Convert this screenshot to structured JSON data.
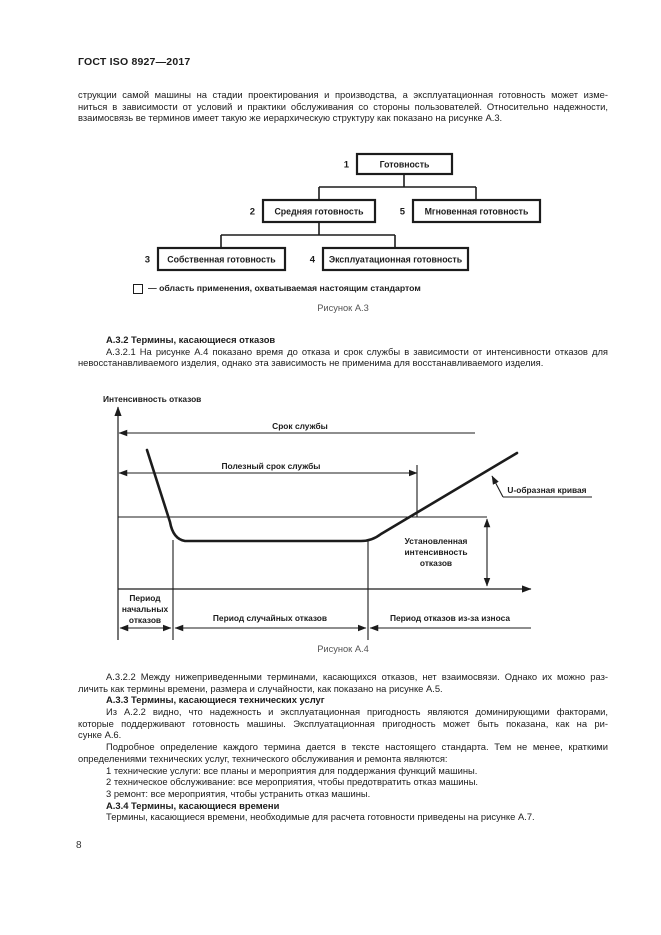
{
  "header": {
    "title": "ГОСТ ISO 8927—2017"
  },
  "intro": {
    "line1": "струкции самой машины на стадии проектирования и производства, а эксплуатационная готовность может изме-",
    "line2": "ниться в зависимости от условий и практики обслуживания со стороны пользователей. Относительно надежности,",
    "line3": "взаимосвязь ве терминов имеет такую же иерархическую структуру как показано на рисунке А.3."
  },
  "fig_a3": {
    "node1": {
      "num": "1",
      "label": "Готовность"
    },
    "node2": {
      "num": "2",
      "label": "Средняя готовность"
    },
    "node5": {
      "num": "5",
      "label": "Мгновенная готовность"
    },
    "node3": {
      "num": "3",
      "label": "Собственная готовность"
    },
    "node4": {
      "num": "4",
      "label": "Эксплуатационная готовность"
    },
    "legend": "— область применения, охватываемая настоящим стандартом",
    "caption": "Рисунок А.3"
  },
  "sec_a32": {
    "heading": "А.3.2 Термины, касающиеся отказов",
    "p1_line1": "А.3.2.1 На рисунке А.4 показано время до отказа и срок службы в зависимости от интенсивности отказов для",
    "p1_line2": "невосстанавливаемого изделия, однако эта зависимость не применима для восстанавливаемого изделия."
  },
  "fig_a4": {
    "y_axis_label": "Интенсивность отказов",
    "service_life": "Срок службы",
    "useful_life": "Полезный срок службы",
    "u_curve": "U-образная кривая",
    "established_line1": "Установленная",
    "established_line2": "интенсивность",
    "established_line3": "отказов",
    "period_initial_line1": "Период",
    "period_initial_line2": "начальных",
    "period_initial_line3": "отказов",
    "period_random": "Период случайных отказов",
    "period_wear": "Период отказов из-за износа",
    "caption": "Рисунок А.4"
  },
  "sec_a322": {
    "line1": "А.3.2.2 Между нижеприведенными терминами, касающихся отказов, нет взаимосвязи. Однако их можно раз-",
    "line2": "личить как термины времени, размера и случайности, как показано на рисунке А.5."
  },
  "sec_a33": {
    "heading": "А.3.3 Термины, касающиеся технических услуг",
    "p1_line1": "Из А.2.2 видно, что надежность и эксплуатационная пригодность являются доминирующими факторами,",
    "p1_line2": "которые поддерживают готовность машины. Эксплуатационная пригодность может быть показана, как на ри-",
    "p1_line3": "сунке А.6.",
    "p2_line1": "Подробное определение каждого термина дается в тексте настоящего стандарта. Тем не менее, краткими",
    "p2_line2": "определениями технических услуг, технического обслуживания и ремонта являются:",
    "item1": "1 технические услуги: все планы и мероприятия для поддержания функций машины.",
    "item2": "2 техническое обслуживание: все мероприятия, чтобы предотвратить отказ машины.",
    "item3": "3 ремонт: все мероприятия, чтобы устранить отказ машины."
  },
  "sec_a34": {
    "heading": "А.3.4 Термины, касающиеся времени",
    "line1": "Термины, касающиеся времени, необходимые для расчета готовности приведены на рисунке А.7."
  },
  "footer": {
    "page_number": "8"
  },
  "colors": {
    "text": "#1c1c1c",
    "caption": "#555555",
    "background": "#ffffff"
  }
}
